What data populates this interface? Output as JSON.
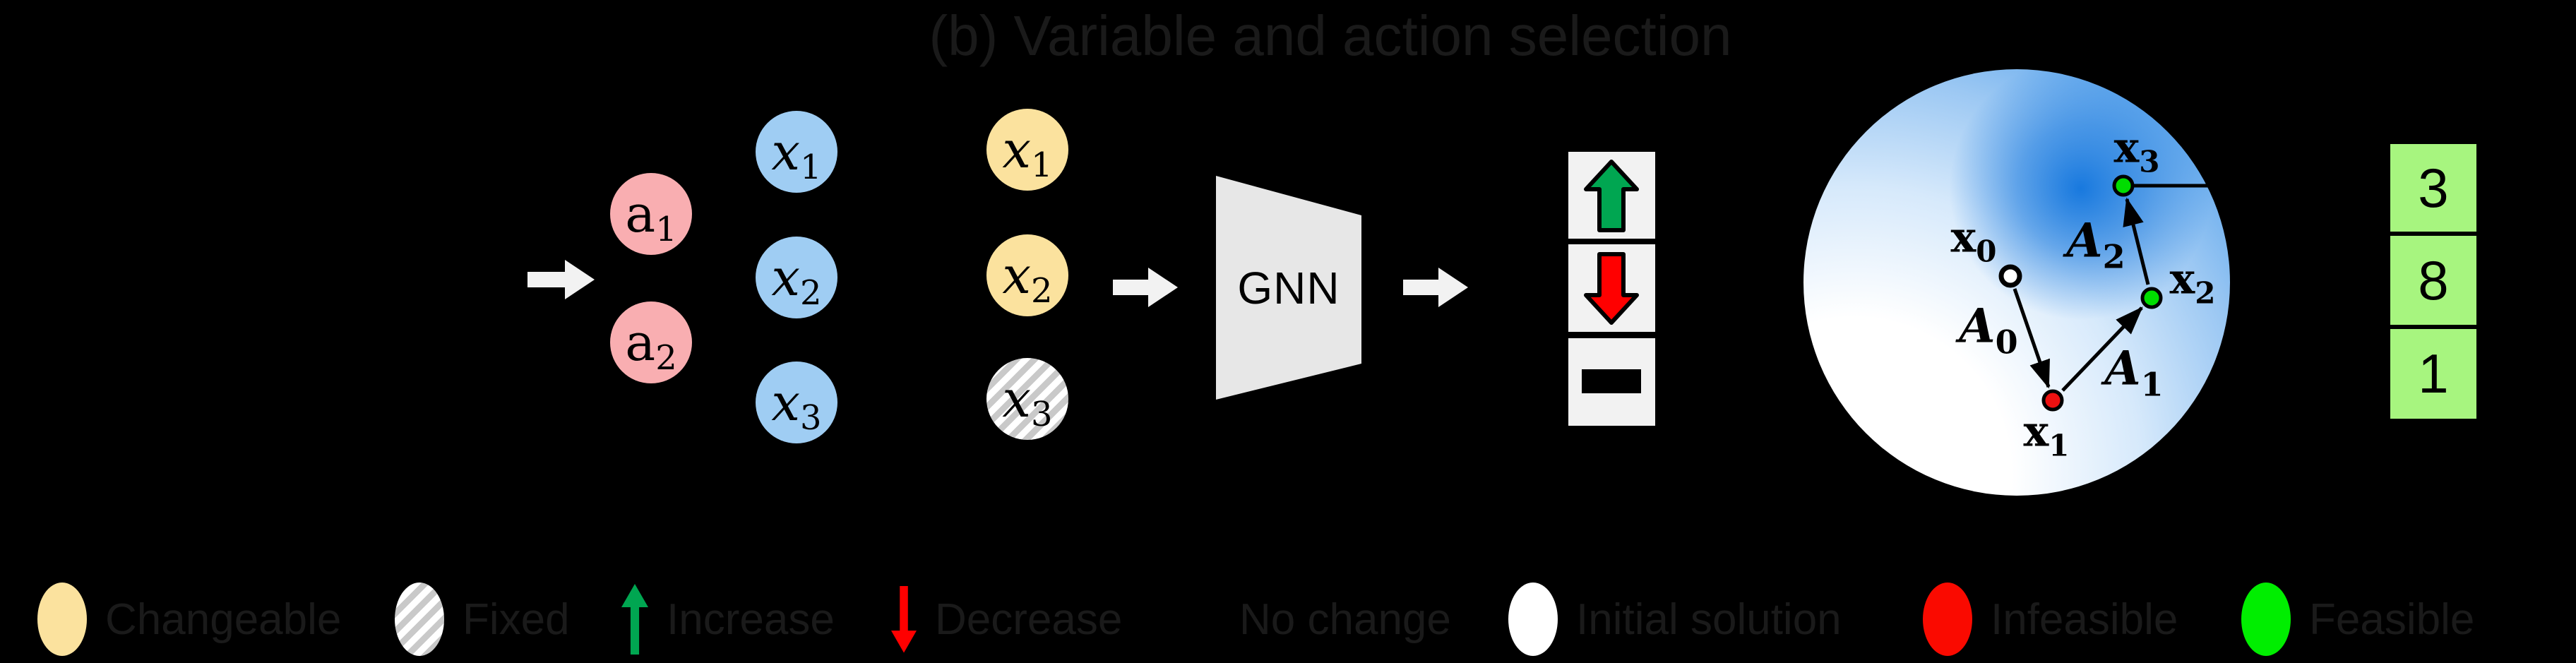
{
  "title": "(b) Variable and action selection",
  "bipartite_graph": {
    "action_nodes": [
      {
        "base": "a",
        "sub": "1"
      },
      {
        "base": "a",
        "sub": "2"
      }
    ],
    "variable_nodes": [
      {
        "base": "x",
        "sub": "1"
      },
      {
        "base": "x",
        "sub": "2"
      },
      {
        "base": "x",
        "sub": "3"
      }
    ]
  },
  "variable_selection": {
    "nodes": [
      {
        "base": "x",
        "sub": "1",
        "state": "changeable"
      },
      {
        "base": "x",
        "sub": "2",
        "state": "changeable"
      },
      {
        "base": "x",
        "sub": "3",
        "state": "fixed"
      }
    ]
  },
  "gnn": {
    "label": "GNN"
  },
  "action_selection": {
    "options": [
      {
        "icon": "increase-arrow-icon"
      },
      {
        "icon": "decrease-arrow-icon"
      },
      {
        "icon": "no-change-minus-icon"
      }
    ]
  },
  "solution_space": {
    "points": [
      {
        "base": "x",
        "sub": "0",
        "state": "initial"
      },
      {
        "base": "x",
        "sub": "1",
        "state": "infeasible"
      },
      {
        "base": "x",
        "sub": "2",
        "state": "feasible"
      },
      {
        "base": "x",
        "sub": "3",
        "state": "feasible"
      }
    ],
    "actions": [
      {
        "base": "A",
        "sub": "0"
      },
      {
        "base": "A",
        "sub": "1"
      },
      {
        "base": "A",
        "sub": "2"
      }
    ]
  },
  "solution_vector": {
    "values": [
      "3",
      "8",
      "1"
    ]
  },
  "legend": {
    "items": [
      {
        "icon": "changeable-circle-icon",
        "label": "Changeable"
      },
      {
        "icon": "fixed-circle-icon",
        "label": "Fixed"
      },
      {
        "icon": "increase-arrow-icon",
        "label": "Increase"
      },
      {
        "icon": "decrease-arrow-icon",
        "label": "Decrease"
      },
      {
        "icon": "no-change-minus-icon",
        "label": "No change"
      },
      {
        "icon": "initial-solution-circle-icon",
        "label": "Initial solution"
      },
      {
        "icon": "infeasible-circle-icon",
        "label": "Infeasible"
      },
      {
        "icon": "feasible-circle-icon",
        "label": "Feasible"
      }
    ]
  },
  "colors": {
    "background": "#000000",
    "changeable_fill": "#FBE29E",
    "action_node_fill": "#F9AEB1",
    "variable_node_fill": "#9FCDF3",
    "increase_green": "#00A651",
    "decrease_red": "#FF0000",
    "feasible_green": "#00DD00",
    "infeasible_red": "#EE1111",
    "initial_white": "#FFFFFF",
    "vector_box_green": "#A7F57F",
    "gnn_fill": "#E7E7E7",
    "flow_arrow": "#F2F2F2",
    "muted_text": "#1A1A1A"
  }
}
